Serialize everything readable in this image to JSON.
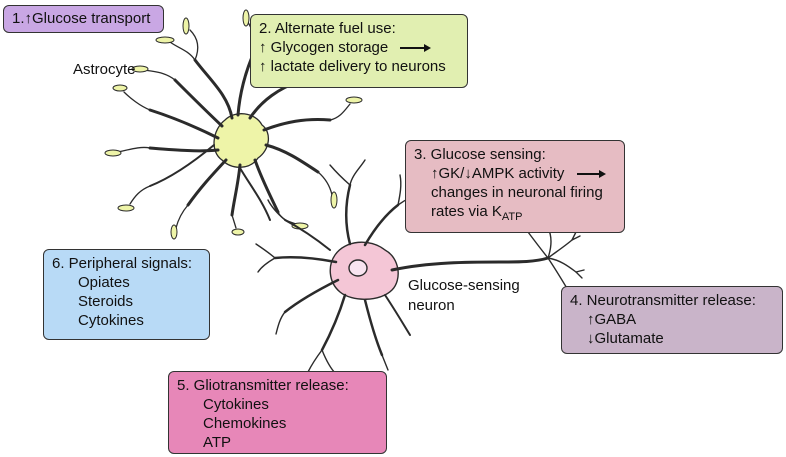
{
  "boxes": {
    "b1": {
      "lines": [
        "1.↑Glucose transport"
      ],
      "color": "#c9a7e4"
    },
    "b2": {
      "lines": [
        "2. Alternate fuel use:",
        "↑ Glycogen storage",
        "↑ lactate delivery to neurons"
      ],
      "color": "#e1efb1"
    },
    "b3": {
      "lines": [
        "3. Glucose sensing:",
        "↑GK/↓AMPK activity",
        "changes in neuronal firing",
        "rates via K"
      ],
      "subscript": "ATP",
      "color": "#e6bcc3"
    },
    "b4": {
      "lines": [
        "4. Neurotransmitter release:",
        "↑GABA",
        "↓Glutamate"
      ],
      "color": "#c9b4c9"
    },
    "b5": {
      "lines": [
        "5. Gliotransmitter release:",
        "Cytokines",
        "Chemokines",
        "ATP"
      ],
      "color": "#e787b8"
    },
    "b6": {
      "lines": [
        "6. Peripheral signals:",
        "Opiates",
        "Steroids",
        "Cytokines"
      ],
      "color": "#b8daf6"
    }
  },
  "labels": {
    "astrocyte": "Astrocyte",
    "neuron_line1": "Glucose-sensing",
    "neuron_line2": "neuron"
  },
  "colors": {
    "astrocyte_fill": "#eef4a8",
    "neuron_fill": "#f4c6d6",
    "nucleus_fill": "#f8e4f0"
  }
}
